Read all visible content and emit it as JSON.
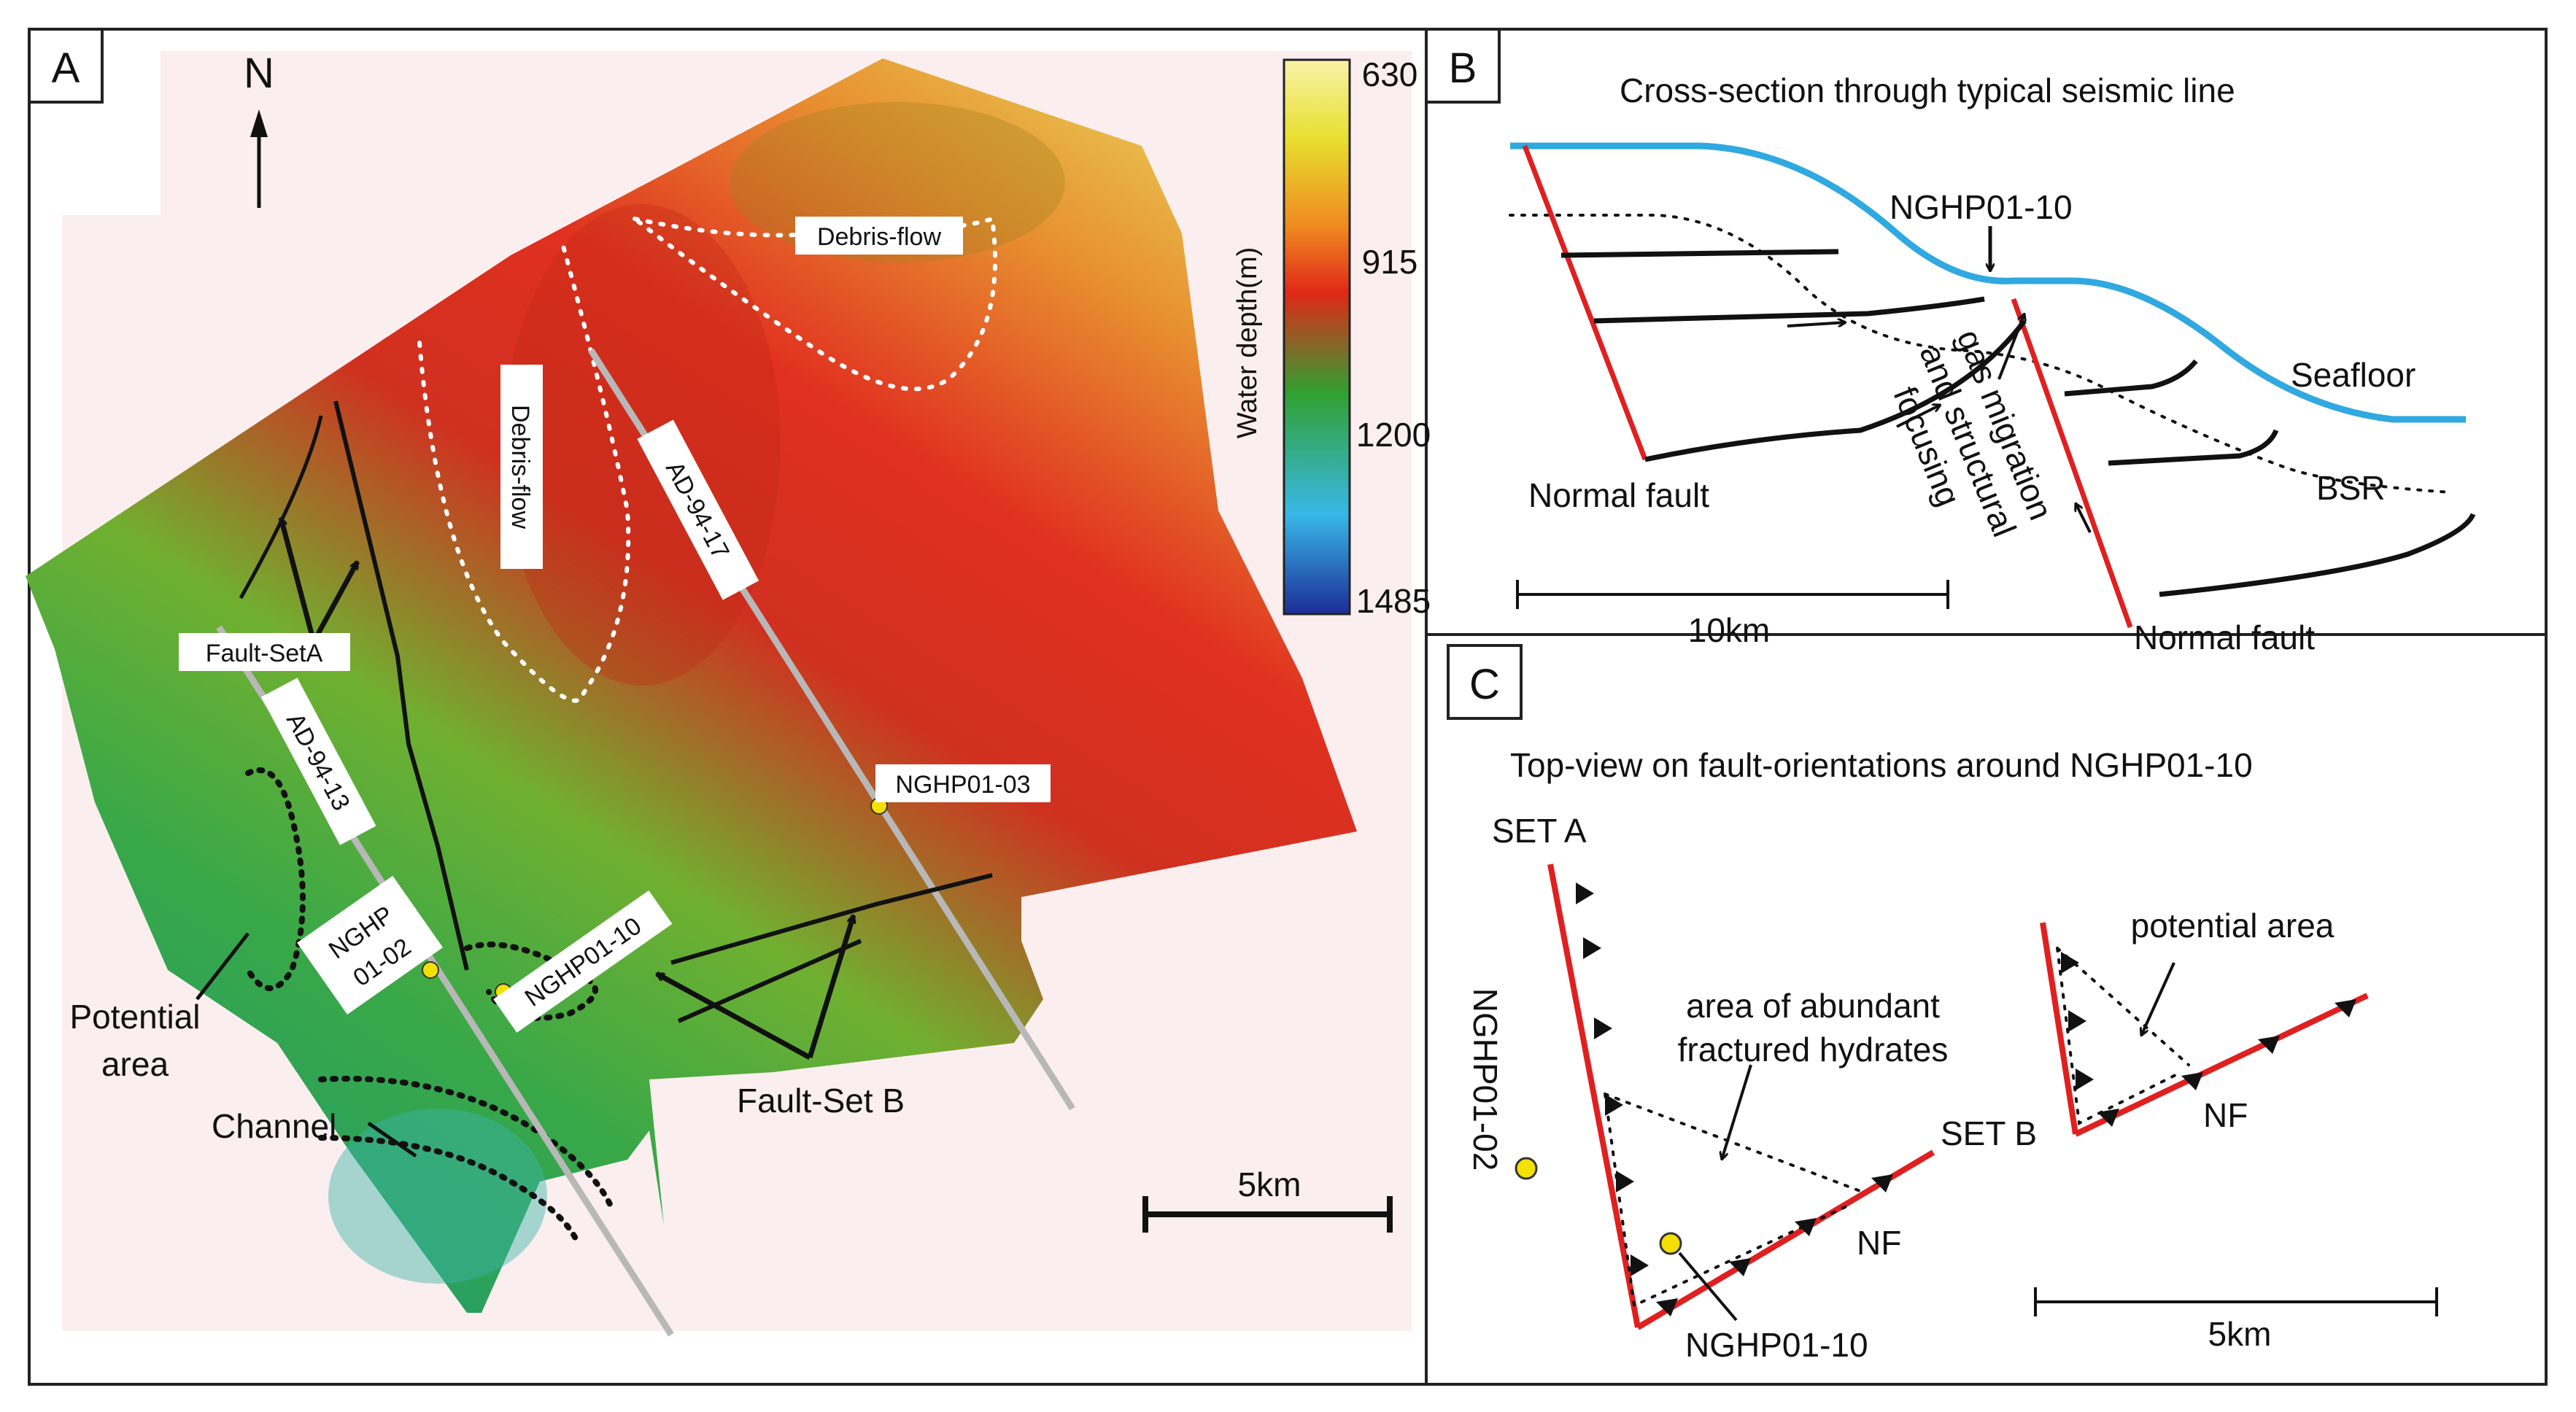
{
  "panels": {
    "a": {
      "letter": "A",
      "north": "N",
      "colorbar": {
        "title": "Water depth(m)",
        "ticks": [
          "630",
          "915",
          "1200",
          "1485"
        ],
        "colors": [
          "#f8f2a8",
          "#e8e030",
          "#f08a20",
          "#e02818",
          "#32a030",
          "#38b8e8",
          "#1c2c98"
        ]
      },
      "labels": {
        "debris_flow_1": "Debris-flow",
        "debris_flow_2": "Debris-flow",
        "fault_set_a": "Fault-SetA",
        "ad_94_13": "AD-94-13",
        "ad_94_17": "AD-94-17",
        "nghp01_03": "NGHP01-03",
        "nghp01_10": "NGHP01-10",
        "nghp_01_02_line1": "NGHP",
        "nghp_01_02_line2": "01-02",
        "potential_line1": "Potential",
        "potential_line2": "area",
        "channel": "Channel",
        "fault_set_b": "Fault-Set B"
      },
      "scale": "5km",
      "map_colors": [
        "#e8e060",
        "#e89030",
        "#e03020",
        "#d03020",
        "#70b030",
        "#38a848",
        "#2aa060"
      ]
    },
    "b": {
      "letter": "B",
      "title": "Cross-section through typical seismic line",
      "well": "NGHP01-10",
      "seafloor": "Seafloor",
      "bsr": "BSR",
      "normal_fault_left": "Normal fault",
      "normal_fault_right": "Normal fault",
      "gas_line1": "gas migration",
      "gas_line2": "and structural",
      "gas_line3": "focusing",
      "scale": "10km",
      "seafloor_color": "#30a8e0",
      "fault_color": "#e02020"
    },
    "c": {
      "letter": "C",
      "title": "Top-view on fault-orientations around NGHP01-10",
      "set_a": "SET A",
      "set_b": "SET B",
      "nf_left": "NF",
      "nf_right": "NF",
      "abundant_line1": "area of abundant",
      "abundant_line2": "fractured hydrates",
      "potential": "potential area",
      "well_left": "NGHP01-02",
      "well_center": "NGHP01-10",
      "scale": "5km",
      "well_color": "#f4e000"
    }
  }
}
